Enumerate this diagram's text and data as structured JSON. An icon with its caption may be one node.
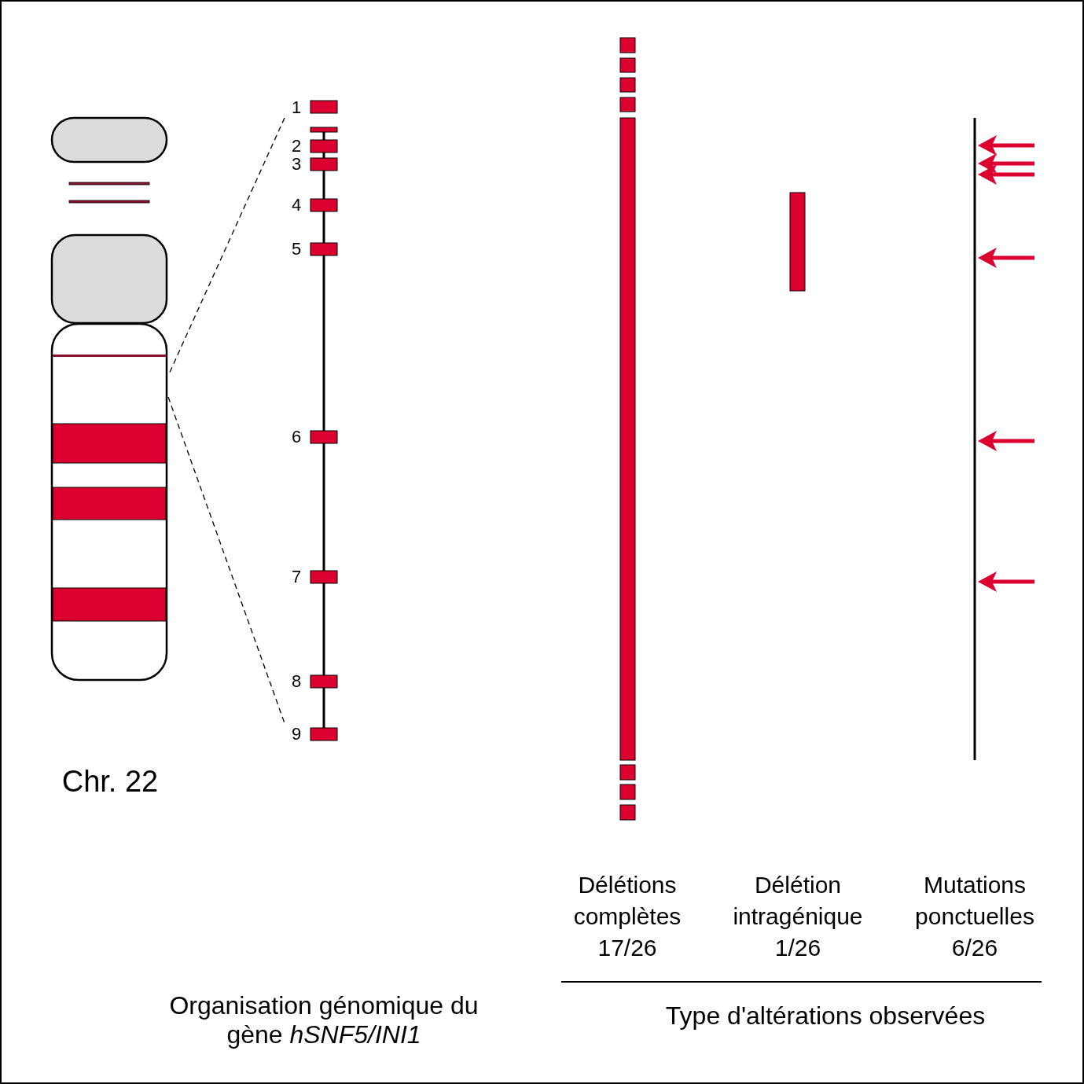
{
  "diagram": {
    "labels": [
      "1",
      "2",
      "3",
      "4",
      "5",
      "6",
      "7",
      "8",
      "9",
      "Chr. 22",
      "Délétions complètes",
      "17/26",
      "Délétion intragénique",
      "1/26",
      "Mutations ponctuelles",
      "6/26",
      "Organisation génomique du gène *hSNF5/INI1*",
      "Type d'altérations observées"
    ]
  }
}
